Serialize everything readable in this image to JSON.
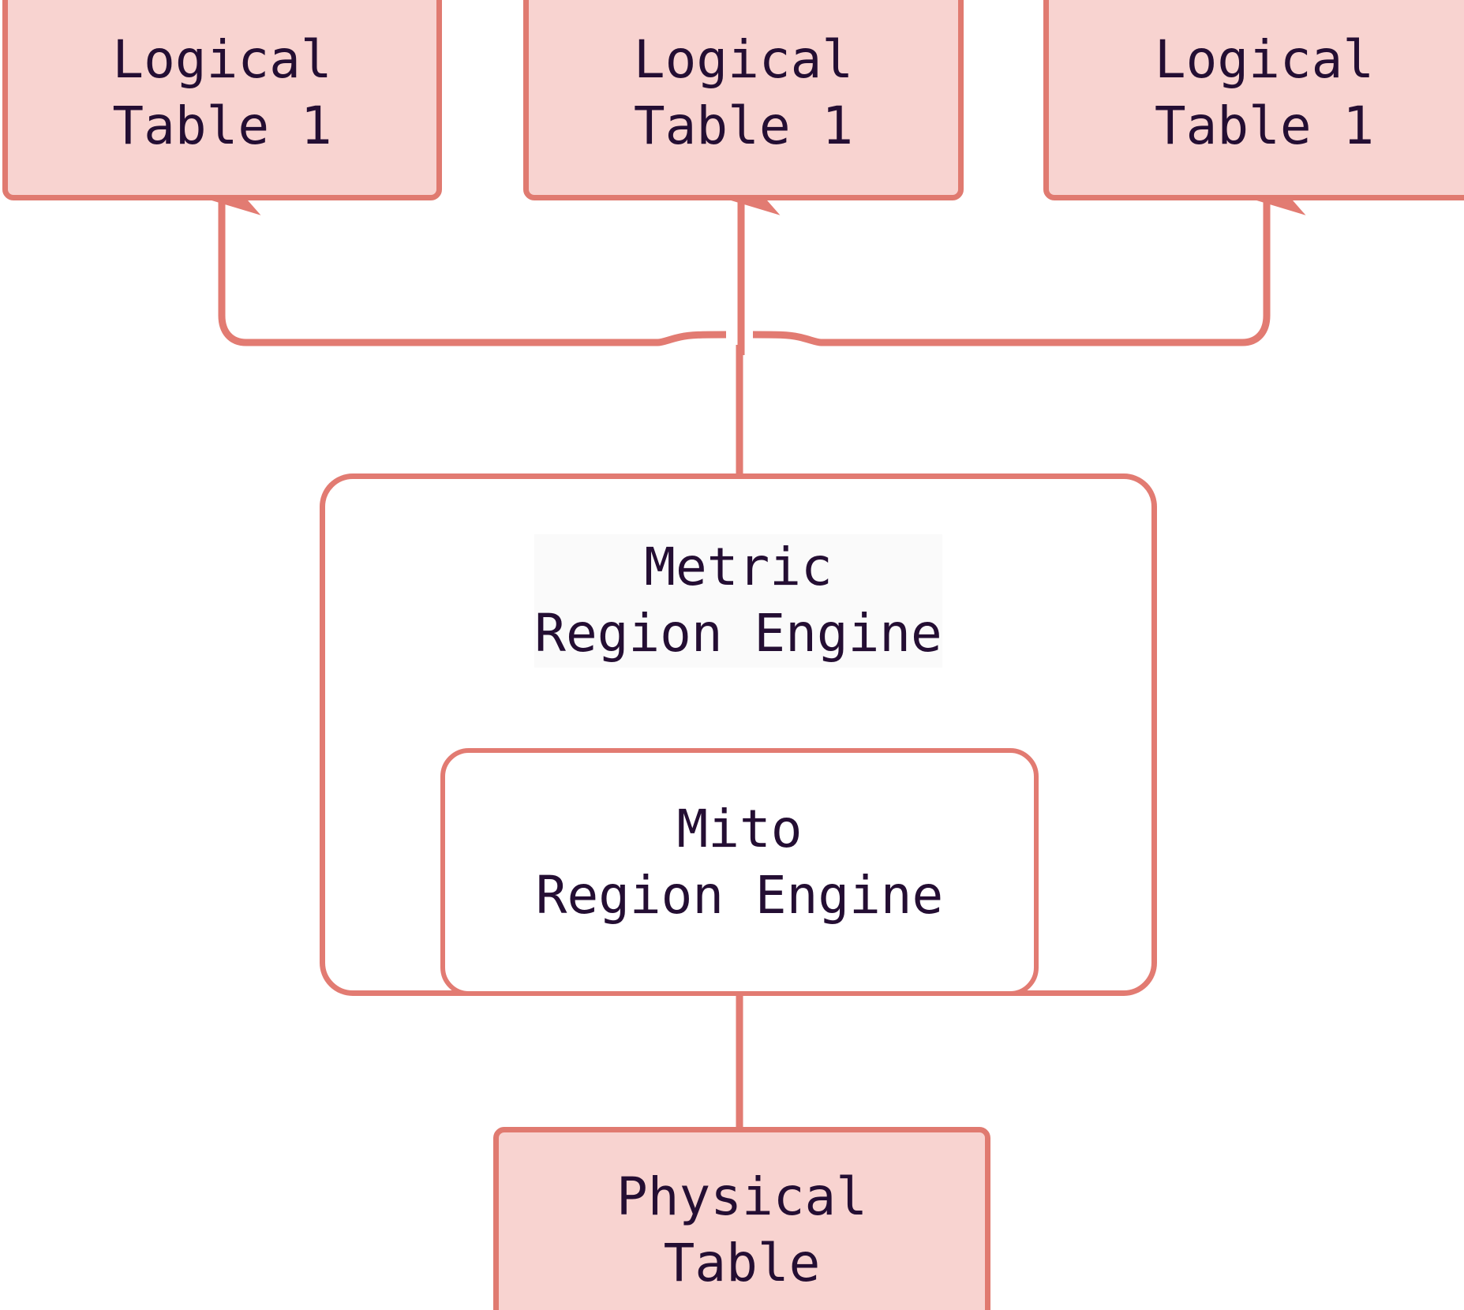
{
  "diagram": {
    "type": "architecture-flow",
    "theme": {
      "node_fill": "#F8D3D0",
      "node_border": "#E07A70",
      "container_border": "#E27B72",
      "container_fill": "#FFFFFF",
      "text_color": "#240E33",
      "edge_color": "#E27B72",
      "background": "#FFFFFF"
    },
    "nodes": {
      "logical_table_1": {
        "line1": "Logical",
        "line2": "Table 1"
      },
      "logical_table_2": {
        "line1": "Logical",
        "line2": "Table 1"
      },
      "logical_table_3": {
        "line1": "Logical",
        "line2": "Table 1"
      },
      "metric_region_engine": {
        "line1": "Metric",
        "line2": "Region Engine"
      },
      "mito_region_engine": {
        "line1": "Mito",
        "line2": "Region Engine"
      },
      "physical_table": {
        "line1": "Physical",
        "line2": "Table"
      }
    },
    "edges": [
      {
        "from": "physical_table",
        "to": "mito_region_engine",
        "style": "arrow-up"
      },
      {
        "from": "metric_region_engine",
        "to": "logical_table_1",
        "style": "arrow-up-branch"
      },
      {
        "from": "metric_region_engine",
        "to": "logical_table_2",
        "style": "arrow-up-branch"
      },
      {
        "from": "metric_region_engine",
        "to": "logical_table_3",
        "style": "arrow-up-branch"
      }
    ]
  }
}
